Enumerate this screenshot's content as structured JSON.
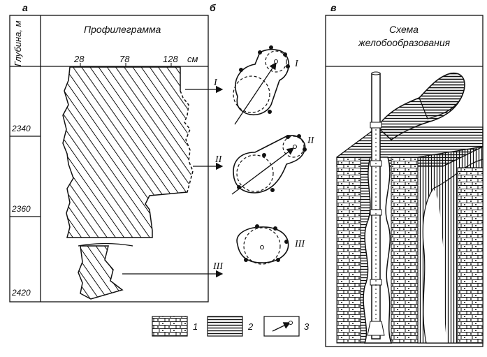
{
  "panels": {
    "a": "а",
    "b": "б",
    "c": "в"
  },
  "profilogram": {
    "title": "Профилеграмма",
    "axis_label": "Глубина, м",
    "scale_ticks": [
      "28",
      "78",
      "128"
    ],
    "scale_unit": "см",
    "depths": [
      "2340",
      "2360",
      "2420"
    ]
  },
  "sections": [
    "I",
    "II",
    "III"
  ],
  "scheme": {
    "title_line1": "Схема",
    "title_line2": "желобообразования"
  },
  "legend": [
    "1",
    "2",
    "3"
  ]
}
